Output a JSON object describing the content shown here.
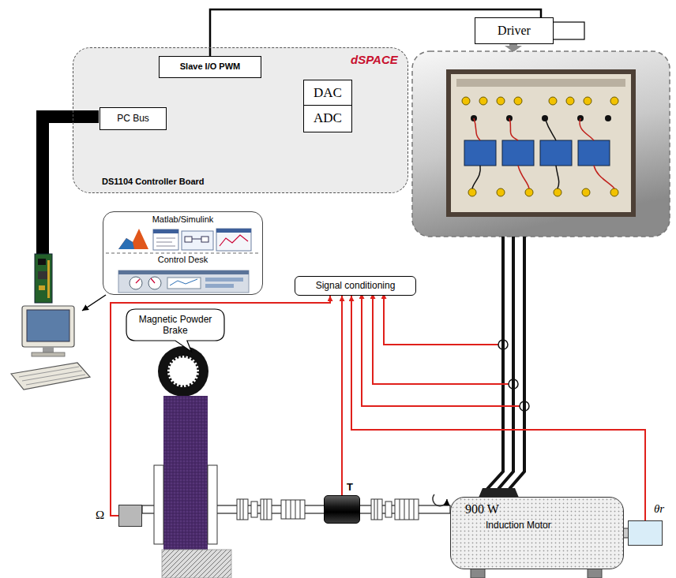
{
  "diagram": {
    "nodes": [
      {
        "text": [
          "Driver"
        ]
      },
      {
        "text": [
          "DS1104 Controller Board"
        ]
      },
      {
        "text": [
          "Slave I/O PWM"
        ],
        "in": 1
      },
      {
        "text": [
          "PC Bus"
        ],
        "in": 1
      },
      {
        "text": [
          "DAC"
        ],
        "in": 1
      },
      {
        "text": [
          "ADC"
        ],
        "in": 1
      },
      {
        "text": [
          "Matlab/Simulink",
          "Control Desk"
        ]
      },
      {
        "text": [
          "Signal conditioning"
        ]
      },
      {
        "text": [
          "Magnetic Powder Brake"
        ]
      },
      {
        "text": [
          "Ω"
        ]
      },
      {
        "text": [
          "T"
        ]
      },
      {
        "text": [
          "900 W",
          "Induction Motor"
        ]
      },
      {
        "text": [
          "θr"
        ]
      }
    ],
    "edges": [
      {
        "from": 2,
        "to": 0,
        "arrow": "none"
      },
      {
        "from": 9,
        "to": 7,
        "arrow": "to"
      },
      {
        "from": 10,
        "to": 7,
        "arrow": "to"
      },
      {
        "from": 12,
        "to": 7,
        "arrow": "to"
      }
    ],
    "labels": [
      "dSPACE"
    ]
  }
}
